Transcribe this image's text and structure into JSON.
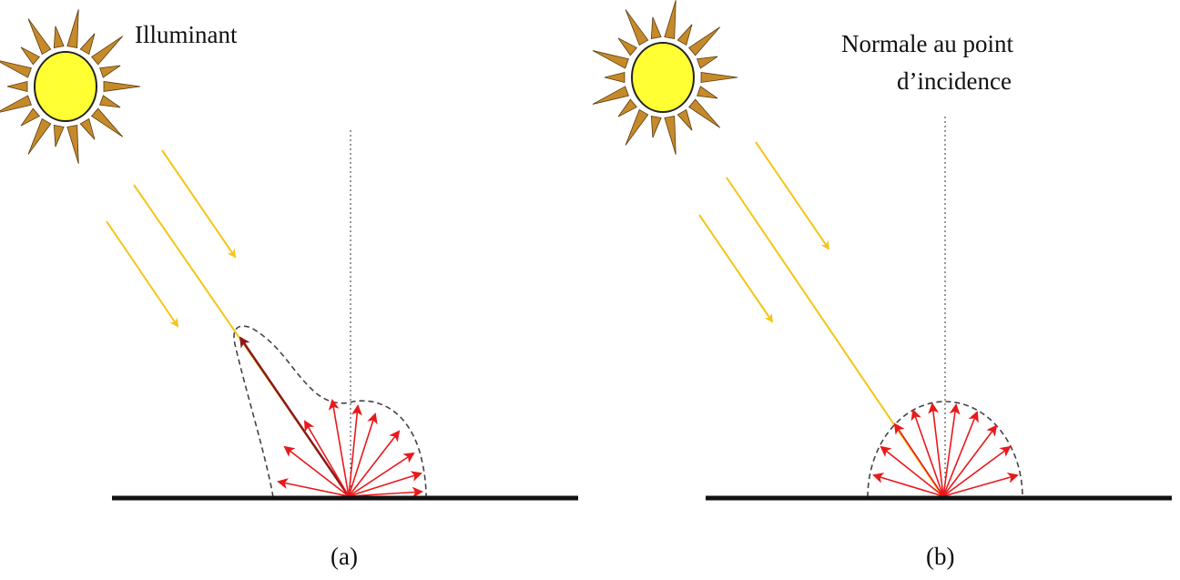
{
  "panel_a": {
    "label_illuminant": "Illuminant",
    "caption": "(a)"
  },
  "panel_b": {
    "label_normal_line1": "Normale au point",
    "label_normal_line2": "d’incidence",
    "caption": "(b)"
  },
  "colors": {
    "incident_ray": "#f5c518",
    "diffuse_ray": "#e8191c",
    "specular_ray": "#8b1a1a",
    "sun_body": "#ffff33",
    "sun_ray": "#c58a2a",
    "surface": "#111111"
  },
  "icons": [
    "sun-icon"
  ]
}
